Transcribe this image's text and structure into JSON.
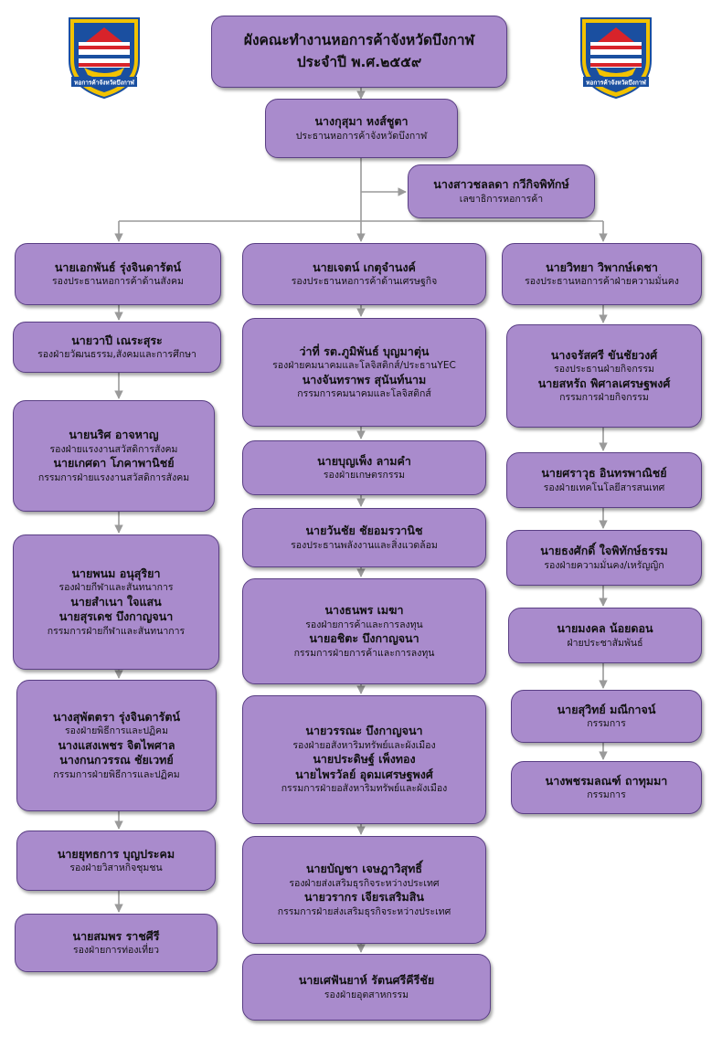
{
  "title": {
    "line1": "ผังคณะทำงานหอการค้าจังหวัดบึงกาฬ",
    "line2": "ประจำปี พ.ศ.๒๕๕๙"
  },
  "logo": {
    "text": "หอการค้าจังหวัดบึงกาฬ",
    "colors": {
      "shield": "#1a4fa0",
      "rim": "#f2c200",
      "red": "#d8232a"
    }
  },
  "colors": {
    "box_fill": "#a98bcc",
    "box_border": "#5a3f84",
    "connector": "#9a9a9a"
  },
  "boxes": {
    "president": {
      "lines": [
        "นางกุสุมา  หงส์ชูตา",
        "ประธานหอการค้าจังหวัดบึงกาฬ"
      ]
    },
    "secretary": {
      "lines": [
        "นางสาวชลลดา  กวีกิจพิทักษ์",
        "เลขาธิการหอการค้า"
      ]
    },
    "head_left": {
      "lines": [
        "นายเอกพันธ์  รุ่งจินดารัตน์",
        "รองประธานหอการค้าด้านสังคม"
      ]
    },
    "head_mid": {
      "lines": [
        "นายเจตน์  เกตุจำนงค์",
        "รองประธานหอการค้าด้านเศรษฐกิจ"
      ]
    },
    "head_right": {
      "lines": [
        "นายวิทยา  วิพากษ์เดชา",
        "รองประธานหอการค้าฝ่ายความมั่นคง"
      ]
    },
    "l1": {
      "lines": [
        "นายวาปี  เณระสุระ",
        "รองฝ่ายวัฒนธรรม,สังคมและการศึกษา"
      ]
    },
    "l2": {
      "lines": [
        "นายนริศ  อาจหาญ",
        "รองฝ่ายแรงงานสวัสดิการสังคม",
        "นายเกศดา  โภคาพานิชย์",
        "กรรมการฝ่ายแรงงานสวัสดิการสังคม"
      ]
    },
    "l3": {
      "lines": [
        "นายพนม  อนุสุริยา",
        "รองฝ่ายกีฬาและสันทนาการ",
        "นายสำเนา  ใจแสน",
        "นายสุรเดช  บึงกาญจนา",
        "กรรมการฝ่ายกีฬาและสันทนาการ"
      ]
    },
    "l4": {
      "lines": [
        "นางสุพัตตรา  รุ่งจินดารัตน์",
        "รองฝ่ายพิธีการและปฏิคม",
        "นางแสงเพชร  จิตไพศาล",
        "นางกนกวรรณ  ชัยเวทย์",
        "กรรมการฝ่ายพิธีการและปฏิคม"
      ]
    },
    "l5": {
      "lines": [
        "นายยุทธการ  บุญประคม",
        "รองฝ่ายวิสาหกิจชุมชน"
      ]
    },
    "l6": {
      "lines": [
        "นายสมพร  ราชศีรี",
        "รองฝ่ายการท่องเที่ยว"
      ]
    },
    "m1": {
      "lines": [
        "ว่าที่ รต.ภูมิพันธ์  บุญมาตุ่น",
        "รองฝ่ายคมนาคมและโลจิสติกส์/ประธานYEC",
        "นางจันทราพร  สุนันท์นาม",
        "กรรมการคมนาคมและโลจิสติกส์"
      ]
    },
    "m2": {
      "lines": [
        "นายบุญเพ็ง  ลามคำ",
        "รองฝ่ายเกษตรกรรม"
      ]
    },
    "m3": {
      "lines": [
        "นายวันชัย  ชัยอมรวานิช",
        "รองประธานพลังงานและสิ่งแวดล้อม"
      ]
    },
    "m4": {
      "lines": [
        "นางธนพร  เมฆา",
        "รองฝ่ายการค้าและการลงทุน",
        "นายอชิตะ  บึงกาญจนา",
        "กรรมการฝ่ายการค้าและการลงทุน"
      ]
    },
    "m5": {
      "lines": [
        "นายวรรณะ  บึงกาญจนา",
        "รองฝ่ายอสังหาริมทรัพย์และผังเมือง",
        "นายประดิษฐ์  เพ็งทอง",
        "นายไพรวัลย์  อุดมเศรษฐพงศ์",
        "กรรมการฝ่ายอสังหาริมทรัพย์และผังเมือง"
      ]
    },
    "m6": {
      "lines": [
        "นายบัญชา  เจษฎาวิสุทธิ์",
        "รองฝ่ายส่งเสริมธุรกิจระหว่างประเทศ",
        "นายวรากร  เจียรเสริมสิน",
        "กรรมการฝ่ายส่งเสริมธุรกิจระหว่างประเทศ"
      ]
    },
    "m7": {
      "lines": [
        "นายเศฟันยาห์  รัตนศรีคีรีชัย",
        "รองฝ่ายอุตสาหกรรม"
      ]
    },
    "r1": {
      "lines": [
        "นางจรัสศรี  ขันชัยวงศ์",
        "รองประธานฝ่ายกิจกรรม",
        "นายสหรัถ  พิศาลเศรษฐพงศ์",
        "กรรมการฝ่ายกิจกรรม"
      ]
    },
    "r2": {
      "lines": [
        "นายศราวุธ  อินทรพาณิชย์",
        "รองฝ่ายเทคโนโลยีสารสนเทศ"
      ]
    },
    "r3": {
      "lines": [
        "นายธงศักดิ์  ใจพิทักษ์ธรรม",
        "รองฝ่ายความมั่นคง/เหรัญญิก"
      ]
    },
    "r4": {
      "lines": [
        "นายมงคล  น้อยดอน",
        "ฝ่ายประชาสัมพันธ์"
      ]
    },
    "r5": {
      "lines": [
        "นายสุวิทย์  มณีกาจน์",
        "กรรมการ"
      ]
    },
    "r6": {
      "lines": [
        "นางพชรมลณฑ์  ถาทุมมา",
        "กรรมการ"
      ]
    }
  }
}
